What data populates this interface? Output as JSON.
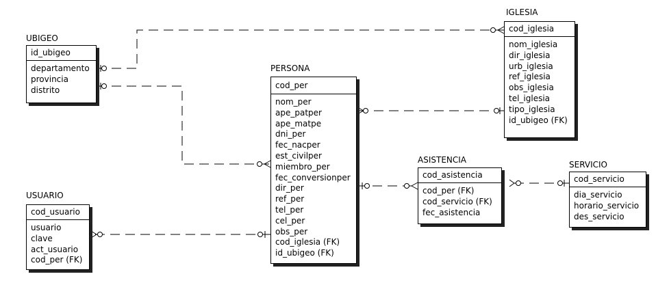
{
  "entities": {
    "ubigeo": {
      "name": "UBIGEO",
      "pk": "id_ubigeo",
      "attrs": [
        "departamento",
        "provincia",
        "distrito"
      ]
    },
    "usuario": {
      "name": "USUARIO",
      "pk": "cod_usuario",
      "attrs": [
        "usuario",
        "clave",
        "act_usuario",
        "cod_per (FK)"
      ]
    },
    "persona": {
      "name": "PERSONA",
      "pk": "cod_per",
      "attrs": [
        "nom_per",
        "ape_patper",
        "ape_matpe",
        "dni_per",
        "fec_nacper",
        "est_civilper",
        "miembro_per",
        "fec_conversionper",
        "dir_per",
        "ref_per",
        "tel_per",
        "cel_per",
        "obs_per",
        "cod_iglesia (FK)",
        "id_ubigeo (FK)"
      ]
    },
    "iglesia": {
      "name": "IGLESIA",
      "pk": "cod_iglesia",
      "attrs": [
        "nom_iglesia",
        "dir_iglesia",
        "urb_iglesia",
        "ref_iglesia",
        "obs_iglesia",
        "tel_iglesia",
        "tipo_iglesia",
        "id_ubigeo (FK)"
      ]
    },
    "asistencia": {
      "name": "ASISTENCIA",
      "pk": "cod_asistencia",
      "attrs": [
        "cod_per (FK)",
        "cod_servicio (FK)",
        "fec_asistencia"
      ]
    },
    "servicio": {
      "name": "SERVICIO",
      "pk": "cod_servicio",
      "attrs": [
        "dia_servicio",
        "horario_servicio",
        "des_servicio"
      ]
    }
  },
  "relationships": [
    {
      "from": "ubigeo",
      "to": "iglesia"
    },
    {
      "from": "ubigeo",
      "to": "persona"
    },
    {
      "from": "iglesia",
      "to": "persona"
    },
    {
      "from": "persona",
      "to": "usuario"
    },
    {
      "from": "persona",
      "to": "asistencia"
    },
    {
      "from": "servicio",
      "to": "asistencia"
    }
  ]
}
